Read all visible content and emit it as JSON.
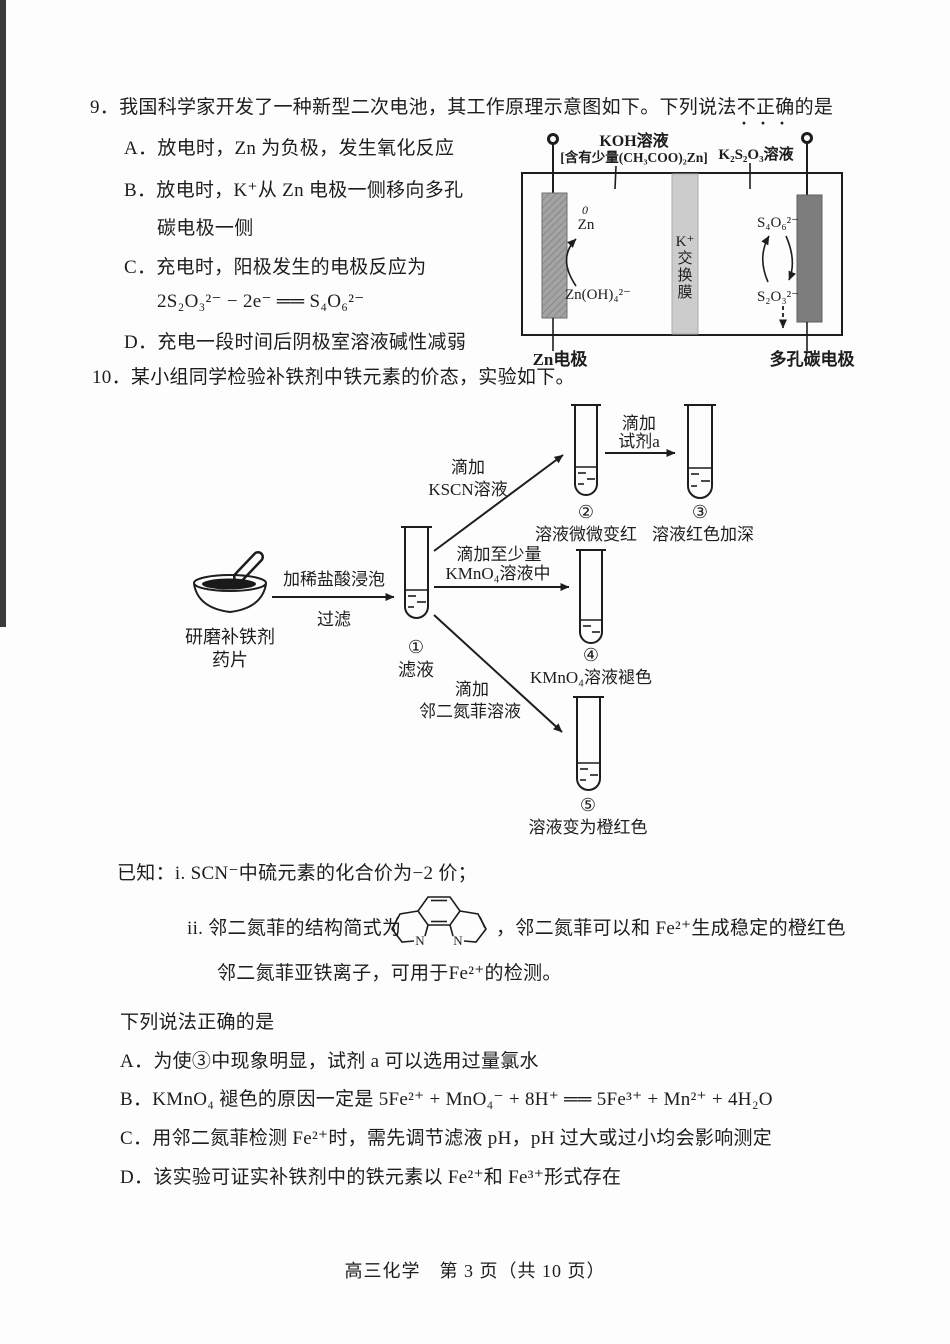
{
  "page": {
    "footer": "高三化学　第 3 页（共 10 页）"
  },
  "q9": {
    "stem": "9．我国科学家开发了一种新型二次电池，其工作原理示意图如下。下列说法不正确的是",
    "emph_dots": "···",
    "options": {
      "a": "A．放电时，Zn 为负极，发生氧化反应",
      "b1": "B．放电时，K⁺从 Zn 电极一侧移向多孔",
      "b2": "碳电极一侧",
      "c": "C．充电时，阳极发生的电极反应为",
      "c_eq": "2S₂O₃²⁻ − 2e⁻ ══ S₄O₆²⁻",
      "d": "D．充电一段时间后阴极室溶液碱性减弱"
    },
    "battery": {
      "electrolyte_left_1": "KOH溶液",
      "electrolyte_left_2": "[含有少量(CH₃COO)₂Zn]",
      "electrolyte_right": "K₂S₂O₃溶液",
      "membrane": [
        "K⁺",
        "交",
        "换",
        "膜"
      ],
      "zn_state": "0",
      "zn": "Zn",
      "zincate": "Zn(OH)₄²⁻",
      "s4o6": "S₄O₆²⁻",
      "s2o3": "S₂O₃²⁻",
      "left_electrode_label": "Zn电极",
      "right_electrode_label": "多孔碳电极"
    }
  },
  "q10": {
    "stem": "10．某小组同学检验补铁剂中铁元素的价态，实验如下。",
    "flow": {
      "mortar_label_1": "研磨补铁剂",
      "mortar_label_2": "药片",
      "step1_top": "加稀盐酸浸泡",
      "step1_bottom": "过滤",
      "tube1_num": "①",
      "tube1_label": "滤液",
      "step2_line1": "滴加",
      "step2_line2": "KSCN溶液",
      "tube2_num": "②",
      "tube2_label": "溶液微微变红",
      "step3_line1": "滴加",
      "step3_line2": "试剂a",
      "tube3_num": "③",
      "tube3_label": "溶液红色加深",
      "step4_line1": "滴加至少量",
      "step4_line2": "KMnO₄溶液中",
      "tube4_num": "④",
      "tube4_label": "KMnO₄溶液褪色",
      "step5_line1": "滴加",
      "step5_line2": "邻二氮菲溶液",
      "tube5_num": "⑤",
      "tube5_label": "溶液变为橙红色"
    },
    "known": {
      "i": "已知：i. SCN⁻中硫元素的化合价为−2 价；",
      "ii_pre": "ii. 邻二氮菲的结构简式为",
      "n_left": "N",
      "n_right": "N",
      "ii_post": "，邻二氮菲可以和 Fe²⁺生成稳定的橙红色",
      "ii_cont": "邻二氮菲亚铁离子，可用于Fe²⁺的检测。"
    },
    "prompt": "下列说法正确的是",
    "options": {
      "a": "A．为使③中现象明显，试剂 a 可以选用过量氯水",
      "b": "B．KMnO₄ 褪色的原因一定是 5Fe²⁺ + MnO₄⁻ + 8H⁺ ══ 5Fe³⁺ + Mn²⁺ + 4H₂O",
      "c": "C．用邻二氮菲检测 Fe²⁺时，需先调节滤液 pH，pH 过大或过小均会影响测定",
      "d": "D．该实验可证实补铁剂中的铁元素以 Fe²⁺和 Fe³⁺形式存在"
    }
  }
}
